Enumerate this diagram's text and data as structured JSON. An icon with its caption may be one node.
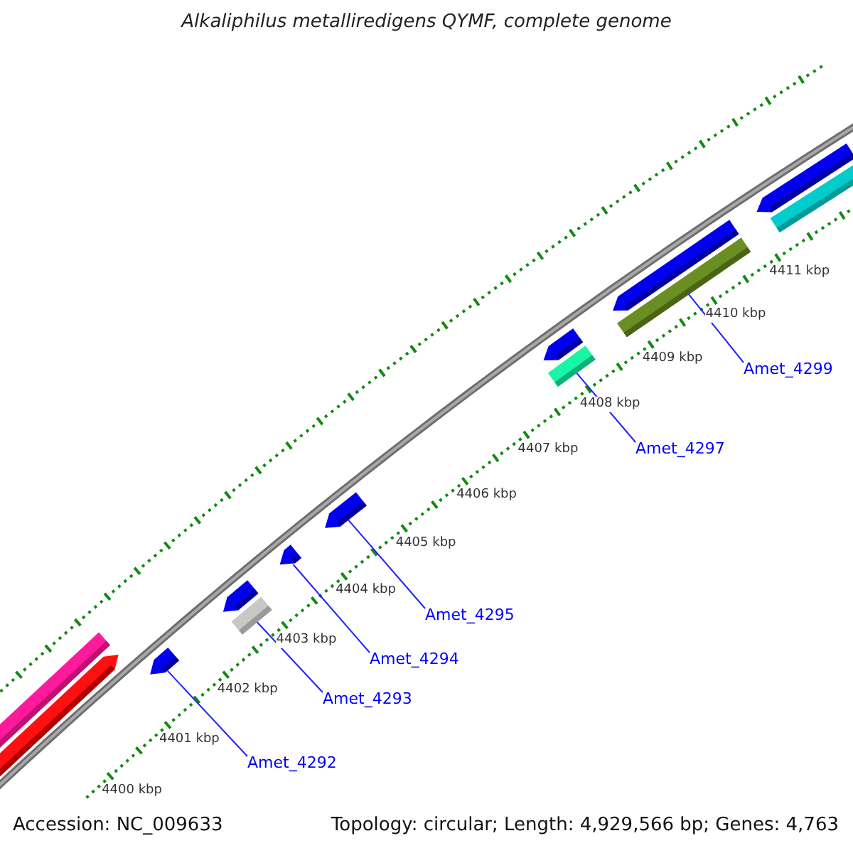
{
  "diagram": {
    "title": "Alkaliphilus metalliredigens QYMF, complete genome",
    "nodes": [
      {
        "text": [
          "Amet_4292"
        ]
      },
      {
        "text": [
          "Amet_4293"
        ]
      },
      {
        "text": [
          "Amet_4294"
        ]
      },
      {
        "text": [
          "Amet_4295"
        ]
      },
      {
        "text": [
          "Amet_4297"
        ]
      },
      {
        "text": [
          "Amet_4299"
        ]
      },
      {
        "text": [],
        "shape": "arrow"
      },
      {
        "text": [],
        "shape": "bar"
      },
      {
        "text": [],
        "shape": "arrow"
      },
      {
        "text": [],
        "shape": "arrow"
      },
      {
        "text": [],
        "shape": "bar"
      },
      {
        "text": [],
        "shape": "bar"
      }
    ],
    "edges": [
      {
        "from": 0,
        "to": 6,
        "arrow": "none"
      },
      {
        "from": 1,
        "to": 7,
        "arrow": "none"
      },
      {
        "from": 2,
        "to": 8,
        "arrow": "none"
      },
      {
        "from": 3,
        "to": 9,
        "arrow": "none"
      },
      {
        "from": 4,
        "to": 10,
        "arrow": "none"
      },
      {
        "from": 5,
        "to": 11,
        "arrow": "none"
      }
    ],
    "labels": [
      "4400 kbp",
      "4401 kbp",
      "4402 kbp",
      "4403 kbp",
      "4404 kbp",
      "4405 kbp",
      "4406 kbp",
      "4407 kbp",
      "4408 kbp",
      "4409 kbp",
      "4410 kbp",
      "4411 kbp",
      "Accession: NC_009633",
      "Topology: circular; Length: 4,929,566 bp; Genes: 4,763"
    ]
  }
}
